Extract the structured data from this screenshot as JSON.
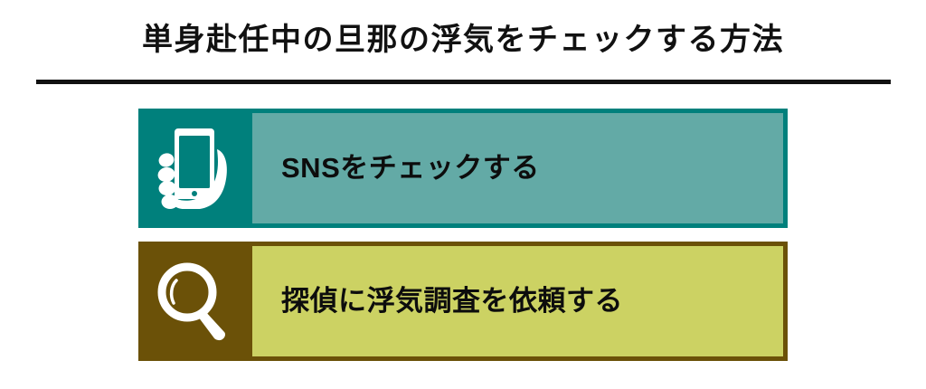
{
  "title": {
    "text": "単身赴任中の旦那の浮気をチェックする方法"
  },
  "colors": {
    "background": "#ffffff",
    "title_text": "#111111",
    "title_rule": "#111111",
    "row1_icon_panel": "#00807c",
    "row1_body_panel": "#63aaa6",
    "row2_icon_panel": "#6b5108",
    "row2_body_panel": "#ccd263",
    "icon_glyph": "#ffffff",
    "row_label_text": "#0d0d0d"
  },
  "rows": [
    {
      "id": "sns",
      "icon": "smartphone-in-hand-icon",
      "label": "SNSをチェックする"
    },
    {
      "id": "detective",
      "icon": "magnifying-glass-icon",
      "label": "探偵に浮気調査を依頼する"
    }
  ]
}
